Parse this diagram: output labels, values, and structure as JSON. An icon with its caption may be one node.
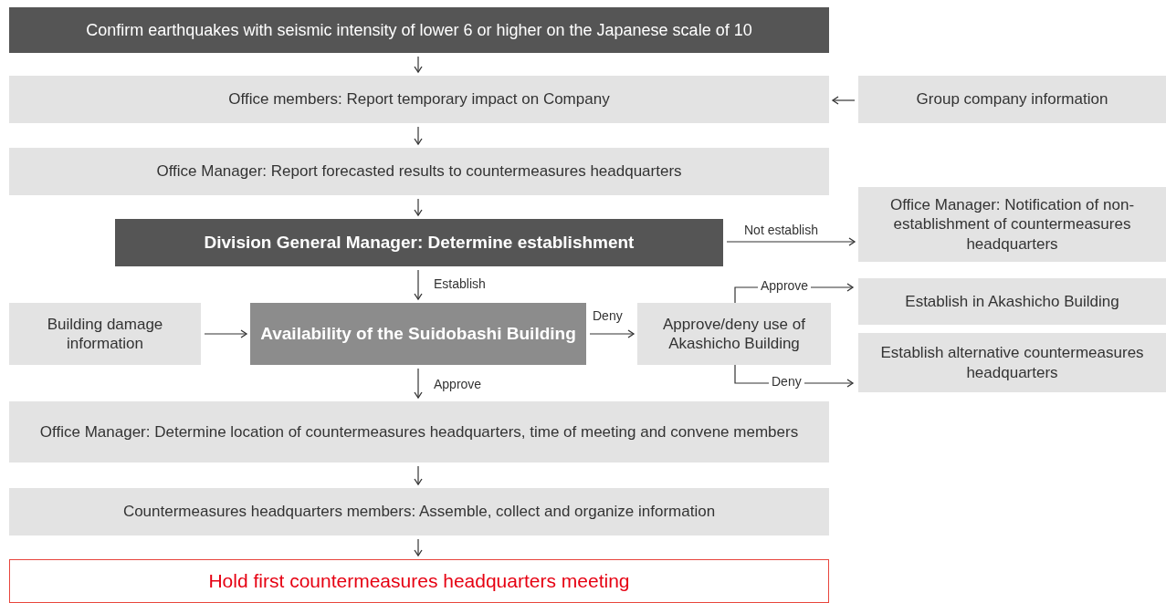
{
  "diagram": {
    "nodes": [
      {
        "text": [
          "Confirm earthquakes with seismic intensity of lower 6 or higher on the Japanese scale of 10"
        ]
      },
      {
        "text": [
          "Office members: Report temporary impact on Company"
        ]
      },
      {
        "text": [
          "Group company information"
        ]
      },
      {
        "text": [
          "Office Manager: Report forecasted results to countermeasures headquarters"
        ]
      },
      {
        "text": [
          "Division General Manager: Determine establishment"
        ]
      },
      {
        "text": [
          "Office Manager: Notification of non-establishment of countermeasures headquarters"
        ]
      },
      {
        "text": [
          "Building damage information"
        ]
      },
      {
        "text": [
          "Availability of the Suidobashi Building"
        ]
      },
      {
        "text": [
          "Approve/deny use of Akashicho Building"
        ]
      },
      {
        "text": [
          "Establish in Akashicho Building"
        ]
      },
      {
        "text": [
          "Establish alternative countermeasures headquarters"
        ]
      },
      {
        "text": [
          "Office Manager: Determine location of countermeasures headquarters, time of meeting and convene members"
        ]
      },
      {
        "text": [
          "Countermeasures headquarters members: Assemble, collect and organize information"
        ]
      },
      {
        "text": [
          "Hold first countermeasures headquarters meeting"
        ]
      }
    ],
    "edges": [
      {
        "from": 0,
        "to": 1,
        "arrow": "to"
      },
      {
        "from": 2,
        "to": 1,
        "arrow": "to"
      },
      {
        "from": 1,
        "to": 3,
        "arrow": "to"
      },
      {
        "from": 3,
        "to": 4,
        "arrow": "to"
      },
      {
        "from": 4,
        "to": 5,
        "arrow": "to",
        "label": "Not establish"
      },
      {
        "from": 4,
        "to": 7,
        "arrow": "to",
        "label": "Establish"
      },
      {
        "from": 6,
        "to": 7,
        "arrow": "to"
      },
      {
        "from": 7,
        "to": 8,
        "arrow": "to",
        "label": "Deny"
      },
      {
        "from": 8,
        "to": 9,
        "arrow": "to",
        "label": "Approve"
      },
      {
        "from": 8,
        "to": 10,
        "arrow": "to",
        "label": "Deny"
      },
      {
        "from": 7,
        "to": 11,
        "arrow": "to",
        "label": "Approve"
      },
      {
        "from": 11,
        "to": 12,
        "arrow": "to"
      },
      {
        "from": 12,
        "to": 13,
        "arrow": "to"
      }
    ]
  }
}
